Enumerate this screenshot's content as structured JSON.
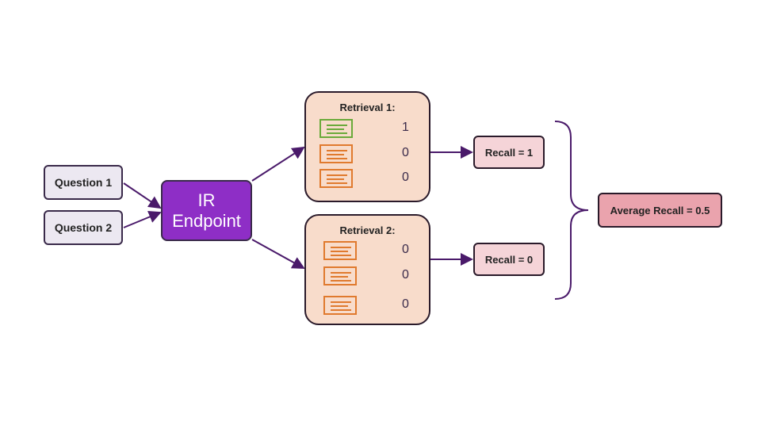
{
  "questions": [
    "Question 1",
    "Question 2"
  ],
  "endpoint": {
    "line1": "IR",
    "line2": "Endpoint"
  },
  "retrievals": [
    {
      "title": "Retrieval 1:",
      "docs": [
        {
          "score": "1",
          "color": "#6aaa3a"
        },
        {
          "score": "0",
          "color": "#e07a2e"
        },
        {
          "score": "0",
          "color": "#e07a2e"
        }
      ]
    },
    {
      "title": "Retrieval 2:",
      "docs": [
        {
          "score": "0",
          "color": "#e07a2e"
        },
        {
          "score": "0",
          "color": "#e07a2e"
        },
        {
          "score": "0",
          "color": "#e07a2e"
        }
      ]
    }
  ],
  "recalls": [
    "Recall = 1",
    "Recall = 0"
  ],
  "average": "Average Recall = 0.5",
  "colors": {
    "arrow": "#4a1a6a",
    "endpoint": "#8e2ec6",
    "avg": "#eaa3ad",
    "recall": "#f5d4d8",
    "retrieval": "#f8dccb",
    "question": "#ece8f1"
  }
}
